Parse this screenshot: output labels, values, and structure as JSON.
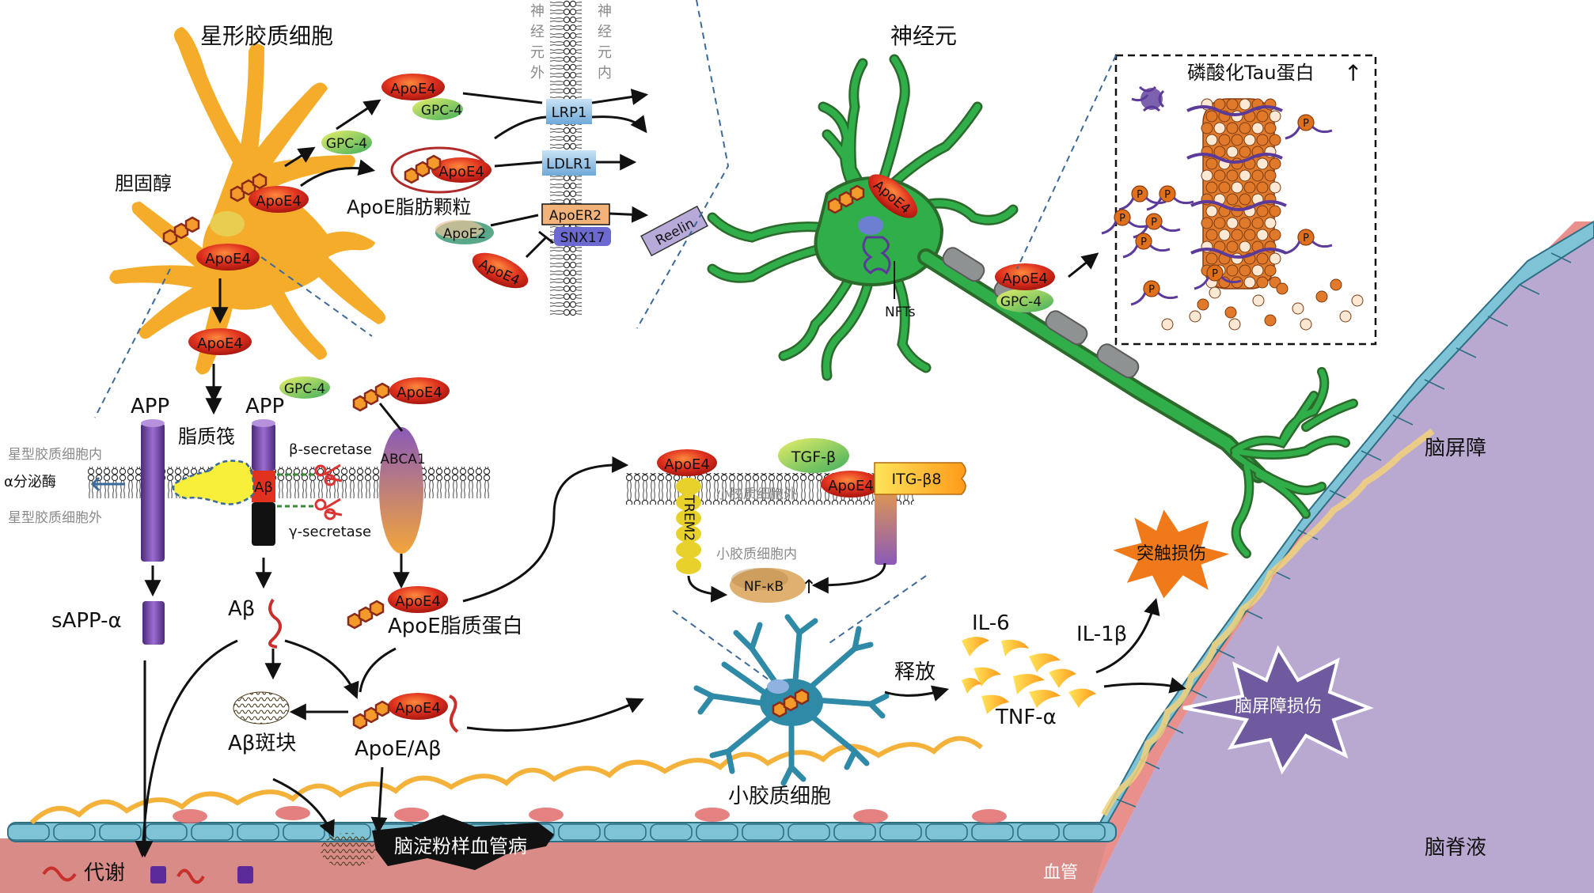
{
  "labels": {
    "astrocyte": "星形胶质细胞",
    "cholesterol": "胆固醇",
    "apoe4": "ApoE4",
    "apoe2": "ApoE2",
    "gpc4": "GPC-4",
    "apoe_lipid_particle": "ApoE脂肪颗粒",
    "neuron_outside": "神经元外",
    "neuron_inside": "神经元内",
    "lrp1": "LRP1",
    "ldlr1": "LDLR1",
    "apoer2": "ApoER2",
    "snx17": "SNX17",
    "reelin": "Reelin",
    "neuron": "神经元",
    "nfts": "NFTs",
    "tau": "磷酸化Tau蛋白",
    "tau_up": "↑",
    "p": "P",
    "app_left": "APP",
    "app_right": "APP",
    "lipid_raft": "脂质筏",
    "astro_inside": "星型胶质细胞内",
    "astro_outside": "星型胶质细胞外",
    "alpha_secretase": "α分泌酶",
    "beta_secretase": "β-secretase",
    "gamma_secretase": "γ-secretase",
    "abeta_box": "Aβ",
    "abca1": "ABCA1",
    "sapp": "sAPP-α",
    "abeta": "Aβ",
    "apoe_lipoprotein": "ApoE脂质蛋白",
    "abeta_plaque": "Aβ斑块",
    "apoe_abeta": "ApoE/Aβ",
    "metabolism": "代谢",
    "caa": "脑淀粉样血管病",
    "vessel": "血管",
    "microglia_outside": "小胶质细胞外",
    "microglia_inside": "小胶质细胞内",
    "trem2": "TREM2",
    "tgfb": "TGF-β",
    "itgb8": "ITG-β8",
    "nfkb": "NF-κB",
    "nfkb_up": "↑",
    "microglia": "小胶质细胞",
    "release": "释放",
    "il6": "IL-6",
    "il1b": "IL-1β",
    "tnfa": "TNF-α",
    "synapse_damage": "突触损伤",
    "bbb_damage": "脑屏障损伤",
    "bbb": "脑屏障",
    "csf": "脑脊液"
  },
  "colors": {
    "astrocyte": "#f5ac2a",
    "neuron": "#2fae4a",
    "neuron_edge": "#2b6a2b",
    "microglia": "#2e8aa6",
    "apoe_red": "#d42a1f",
    "vessel": "#d98b87",
    "csf": "#b9a8d0",
    "membrane": "#3a3a3a"
  }
}
